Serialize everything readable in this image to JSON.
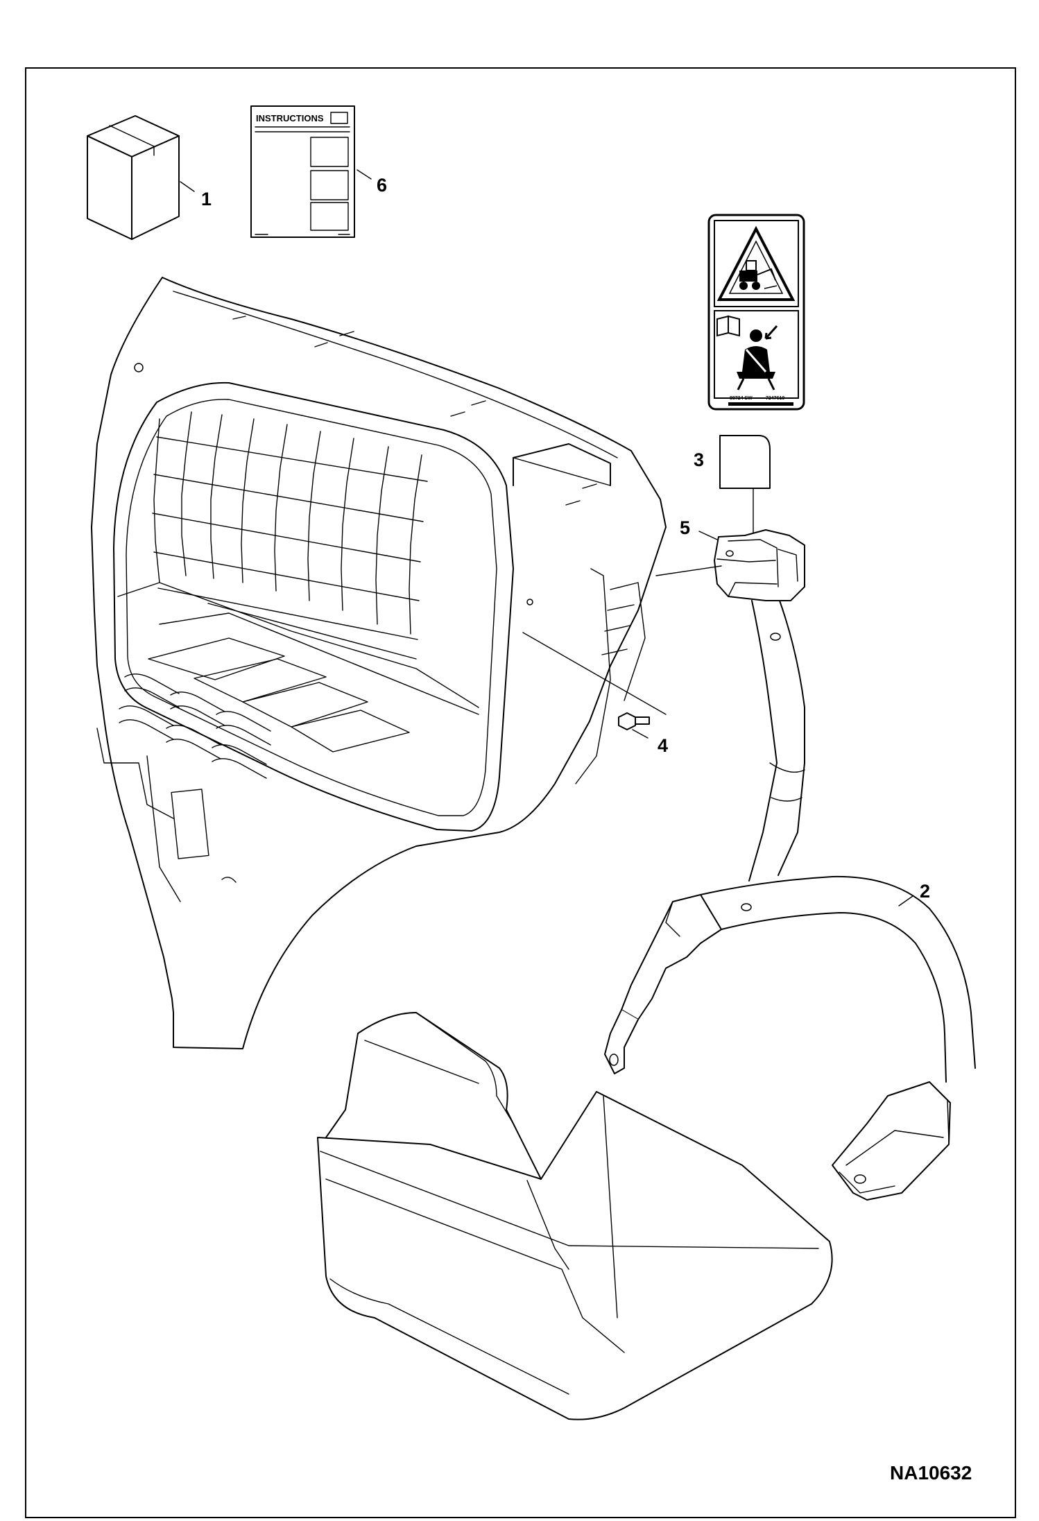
{
  "document_code": "NA10632",
  "instructions_sheet": {
    "title": "INSTRUCTIONS"
  },
  "decal": {
    "code_left": "88724 SW",
    "code_right": "7247610"
  },
  "callouts": [
    {
      "number": "1",
      "part": "kit box"
    },
    {
      "number": "2",
      "part": "seat belt assembly"
    },
    {
      "number": "3",
      "part": "cover"
    },
    {
      "number": "4",
      "part": "bolt"
    },
    {
      "number": "5",
      "part": "retractor bracket"
    },
    {
      "number": "6",
      "part": "instructions sheet"
    }
  ]
}
